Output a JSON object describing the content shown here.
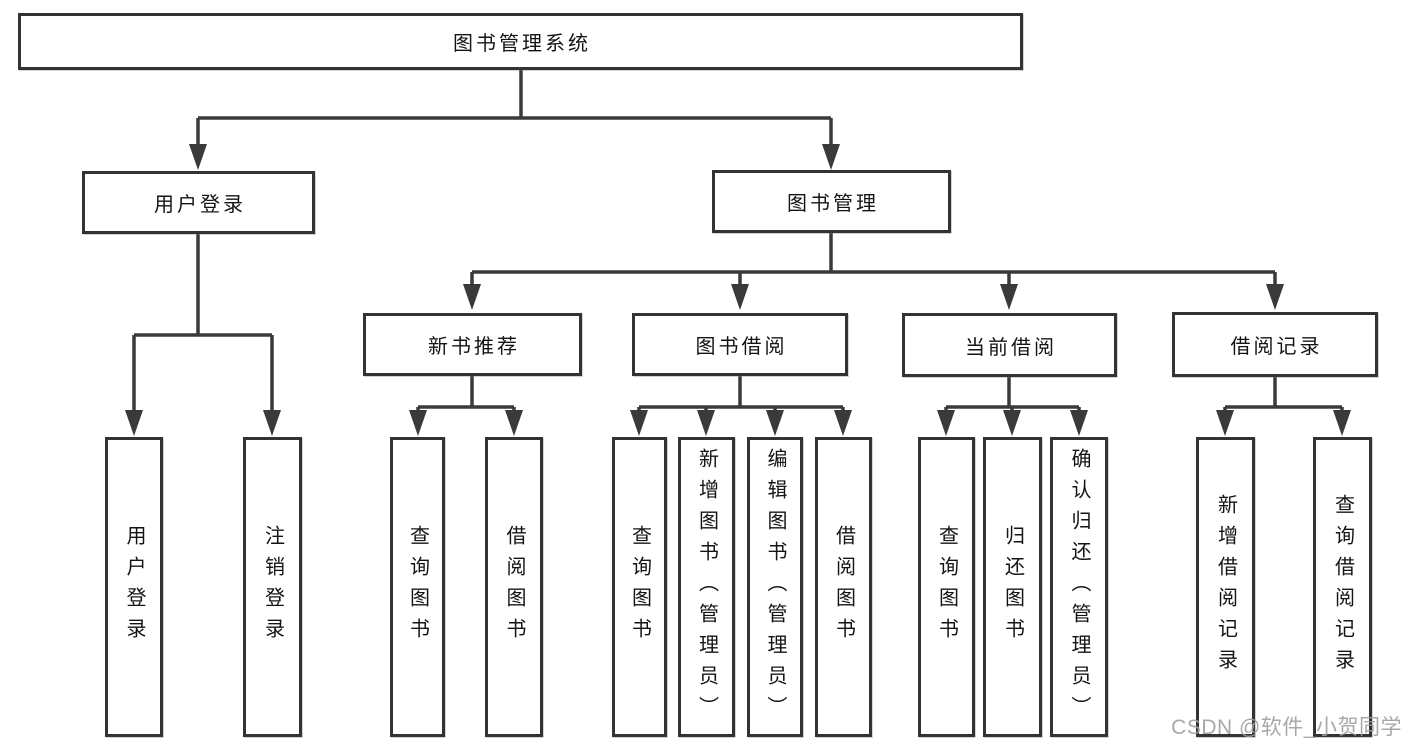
{
  "nodes": {
    "root": "图书管理系统",
    "user_login": "用户登录",
    "book_mgmt": "图书管理",
    "new_book_rec": "新书推荐",
    "book_borrow": "图书借阅",
    "current_borrow": "当前借阅",
    "borrow_records": "借阅记录",
    "ul_user_login": "用户登录",
    "ul_logout": "注销登录",
    "nb_query_book": "查询图书",
    "nb_borrow_book": "借阅图书",
    "bb_query_book": "查询图书",
    "bb_add_book": "新增图书（管理员）",
    "bb_edit_book": "编辑图书（管理员）",
    "bb_borrow_book": "借阅图书",
    "cb_query_book": "查询图书",
    "cb_return_book": "归还图书",
    "cb_confirm_return": "确认归还（管理员）",
    "br_add_record": "新增借阅记录",
    "br_query_record": "查询借阅记录"
  },
  "watermark": "CSDN @软件_小贺同学",
  "colors": {
    "line": "#3a3a3a",
    "box_border": "#333333",
    "text": "#141414",
    "watermark": "#9e9e9e",
    "background": "#ffffff"
  }
}
